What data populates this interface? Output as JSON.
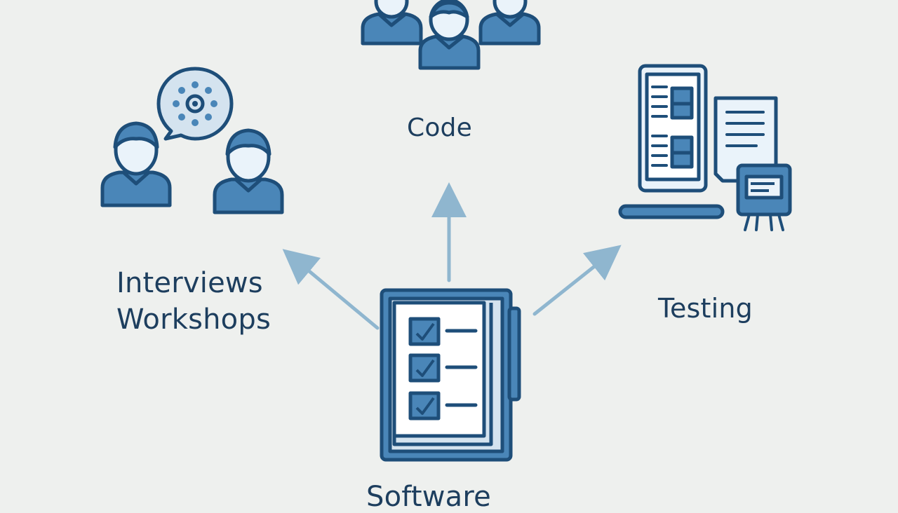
{
  "labels": {
    "code": "Code",
    "interviews": "Interviews",
    "workshops": "Workshops",
    "testing": "Testing",
    "software": "Software"
  },
  "colors": {
    "background": "#eef0ee",
    "stroke": "#1e4e79",
    "fill": "#4a86b8",
    "light_fill": "#eaf3fa",
    "arrow": "#8fb6cf",
    "text": "#1d3e5e"
  },
  "icons": {
    "top": "team-icon",
    "left": "discussion-icon",
    "right": "devices-icon",
    "center": "checklist-icon"
  }
}
